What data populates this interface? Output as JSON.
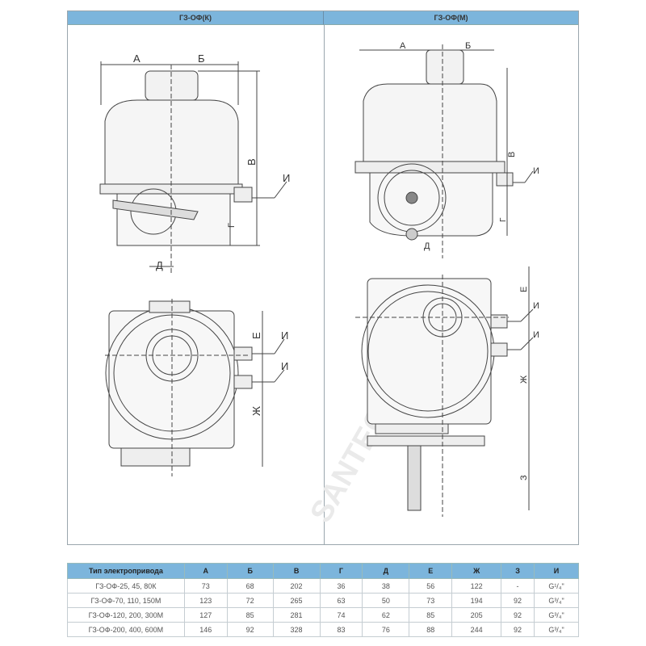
{
  "headers": {
    "left": "ГЗ-ОФ(К)",
    "right": "ГЗ-ОФ(М)"
  },
  "dimension_labels": {
    "A": "А",
    "B": "Б",
    "V": "В",
    "G": "Г",
    "D": "Д",
    "E": "Е",
    "ZH": "Ж",
    "Z": "З",
    "I": "И"
  },
  "watermark": "SANTECH",
  "table": {
    "columns": [
      "Тип электропривода",
      "А",
      "Б",
      "В",
      "Г",
      "Д",
      "Е",
      "Ж",
      "З",
      "И"
    ],
    "rows": [
      [
        "ГЗ-ОФ-25, 45, 80К",
        "73",
        "68",
        "202",
        "36",
        "38",
        "56",
        "122",
        "-",
        "G¹/₄\""
      ],
      [
        "ГЗ-ОФ-70, 110, 150М",
        "123",
        "72",
        "265",
        "63",
        "50",
        "73",
        "194",
        "92",
        "G³/₄\""
      ],
      [
        "ГЗ-ОФ-120, 200, 300М",
        "127",
        "85",
        "281",
        "74",
        "62",
        "85",
        "205",
        "92",
        "G³/₄\""
      ],
      [
        "ГЗ-ОФ-200, 400, 600М",
        "146",
        "92",
        "328",
        "83",
        "76",
        "88",
        "244",
        "92",
        "G³/₄\""
      ]
    ]
  }
}
